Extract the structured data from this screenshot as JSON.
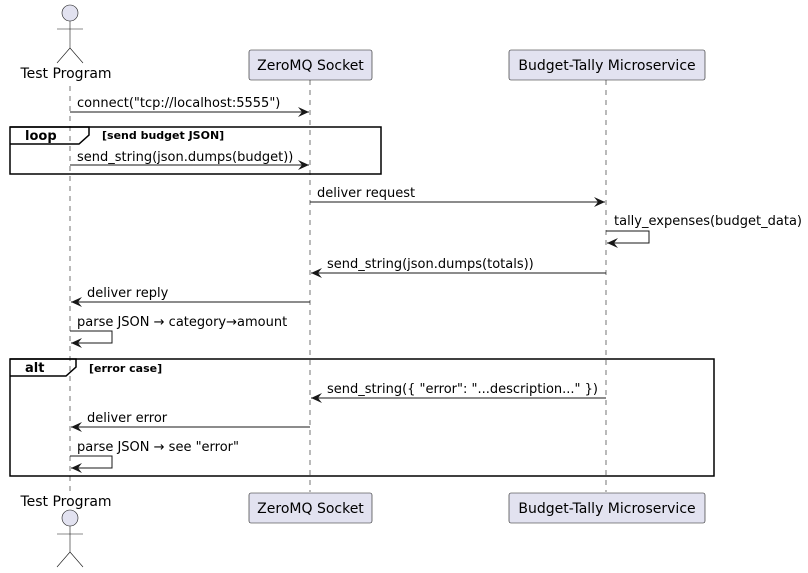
{
  "participants": {
    "actor": "Test Program",
    "socket": "ZeroMQ Socket",
    "service": "Budget-Tally Microservice"
  },
  "messages": {
    "m1": "connect(\"tcp://localhost:5555\")",
    "m2": "send_string(json.dumps(budget))",
    "m3": "deliver request",
    "m4": "tally_expenses(budget_data)",
    "m5": "send_string(json.dumps(totals))",
    "m6": "deliver reply",
    "m7": "parse JSON → category→amount",
    "m8": "send_string({ \"error\": \"...description...\" })",
    "m9": "deliver error",
    "m10": "parse JSON → see \"error\""
  },
  "fragments": {
    "loop_keyword": "loop",
    "loop_condition": "[send budget JSON]",
    "alt_keyword": "alt",
    "alt_condition": "[error case]"
  },
  "colors": {
    "participant_fill": "#E2E2F0",
    "participant_border": "#181818",
    "lifeline": "#181818"
  }
}
